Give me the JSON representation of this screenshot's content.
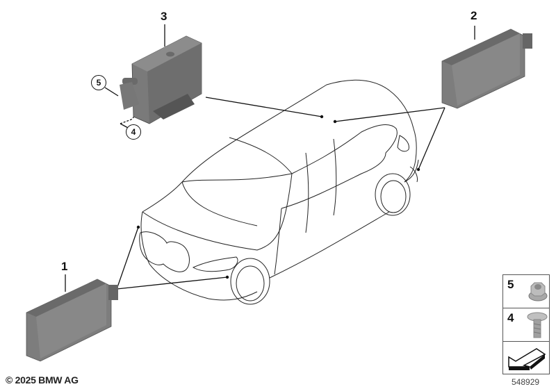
{
  "diagram": {
    "callouts": [
      {
        "id": "1",
        "label": "1",
        "part": "control-unit"
      },
      {
        "id": "2",
        "label": "2",
        "part": "control-unit"
      },
      {
        "id": "3",
        "label": "3",
        "part": "control-unit-with-bracket"
      },
      {
        "id": "4",
        "label": "4",
        "part": "screw"
      },
      {
        "id": "5",
        "label": "5",
        "part": "hex-nut"
      }
    ],
    "legend": [
      {
        "number": "5",
        "item": "hex-collar-nut-icon"
      },
      {
        "number": "4",
        "item": "torx-screw-icon"
      },
      {
        "number": "",
        "item": "direction-arrow-icon"
      }
    ],
    "copyright": "© 2025 BMW AG",
    "diagram_number": "548929"
  },
  "colors": {
    "part_fill": "#7a7a7a",
    "part_dark": "#5e5e5e",
    "part_light": "#9a9a9a",
    "line": "#111111",
    "background": "#ffffff"
  }
}
